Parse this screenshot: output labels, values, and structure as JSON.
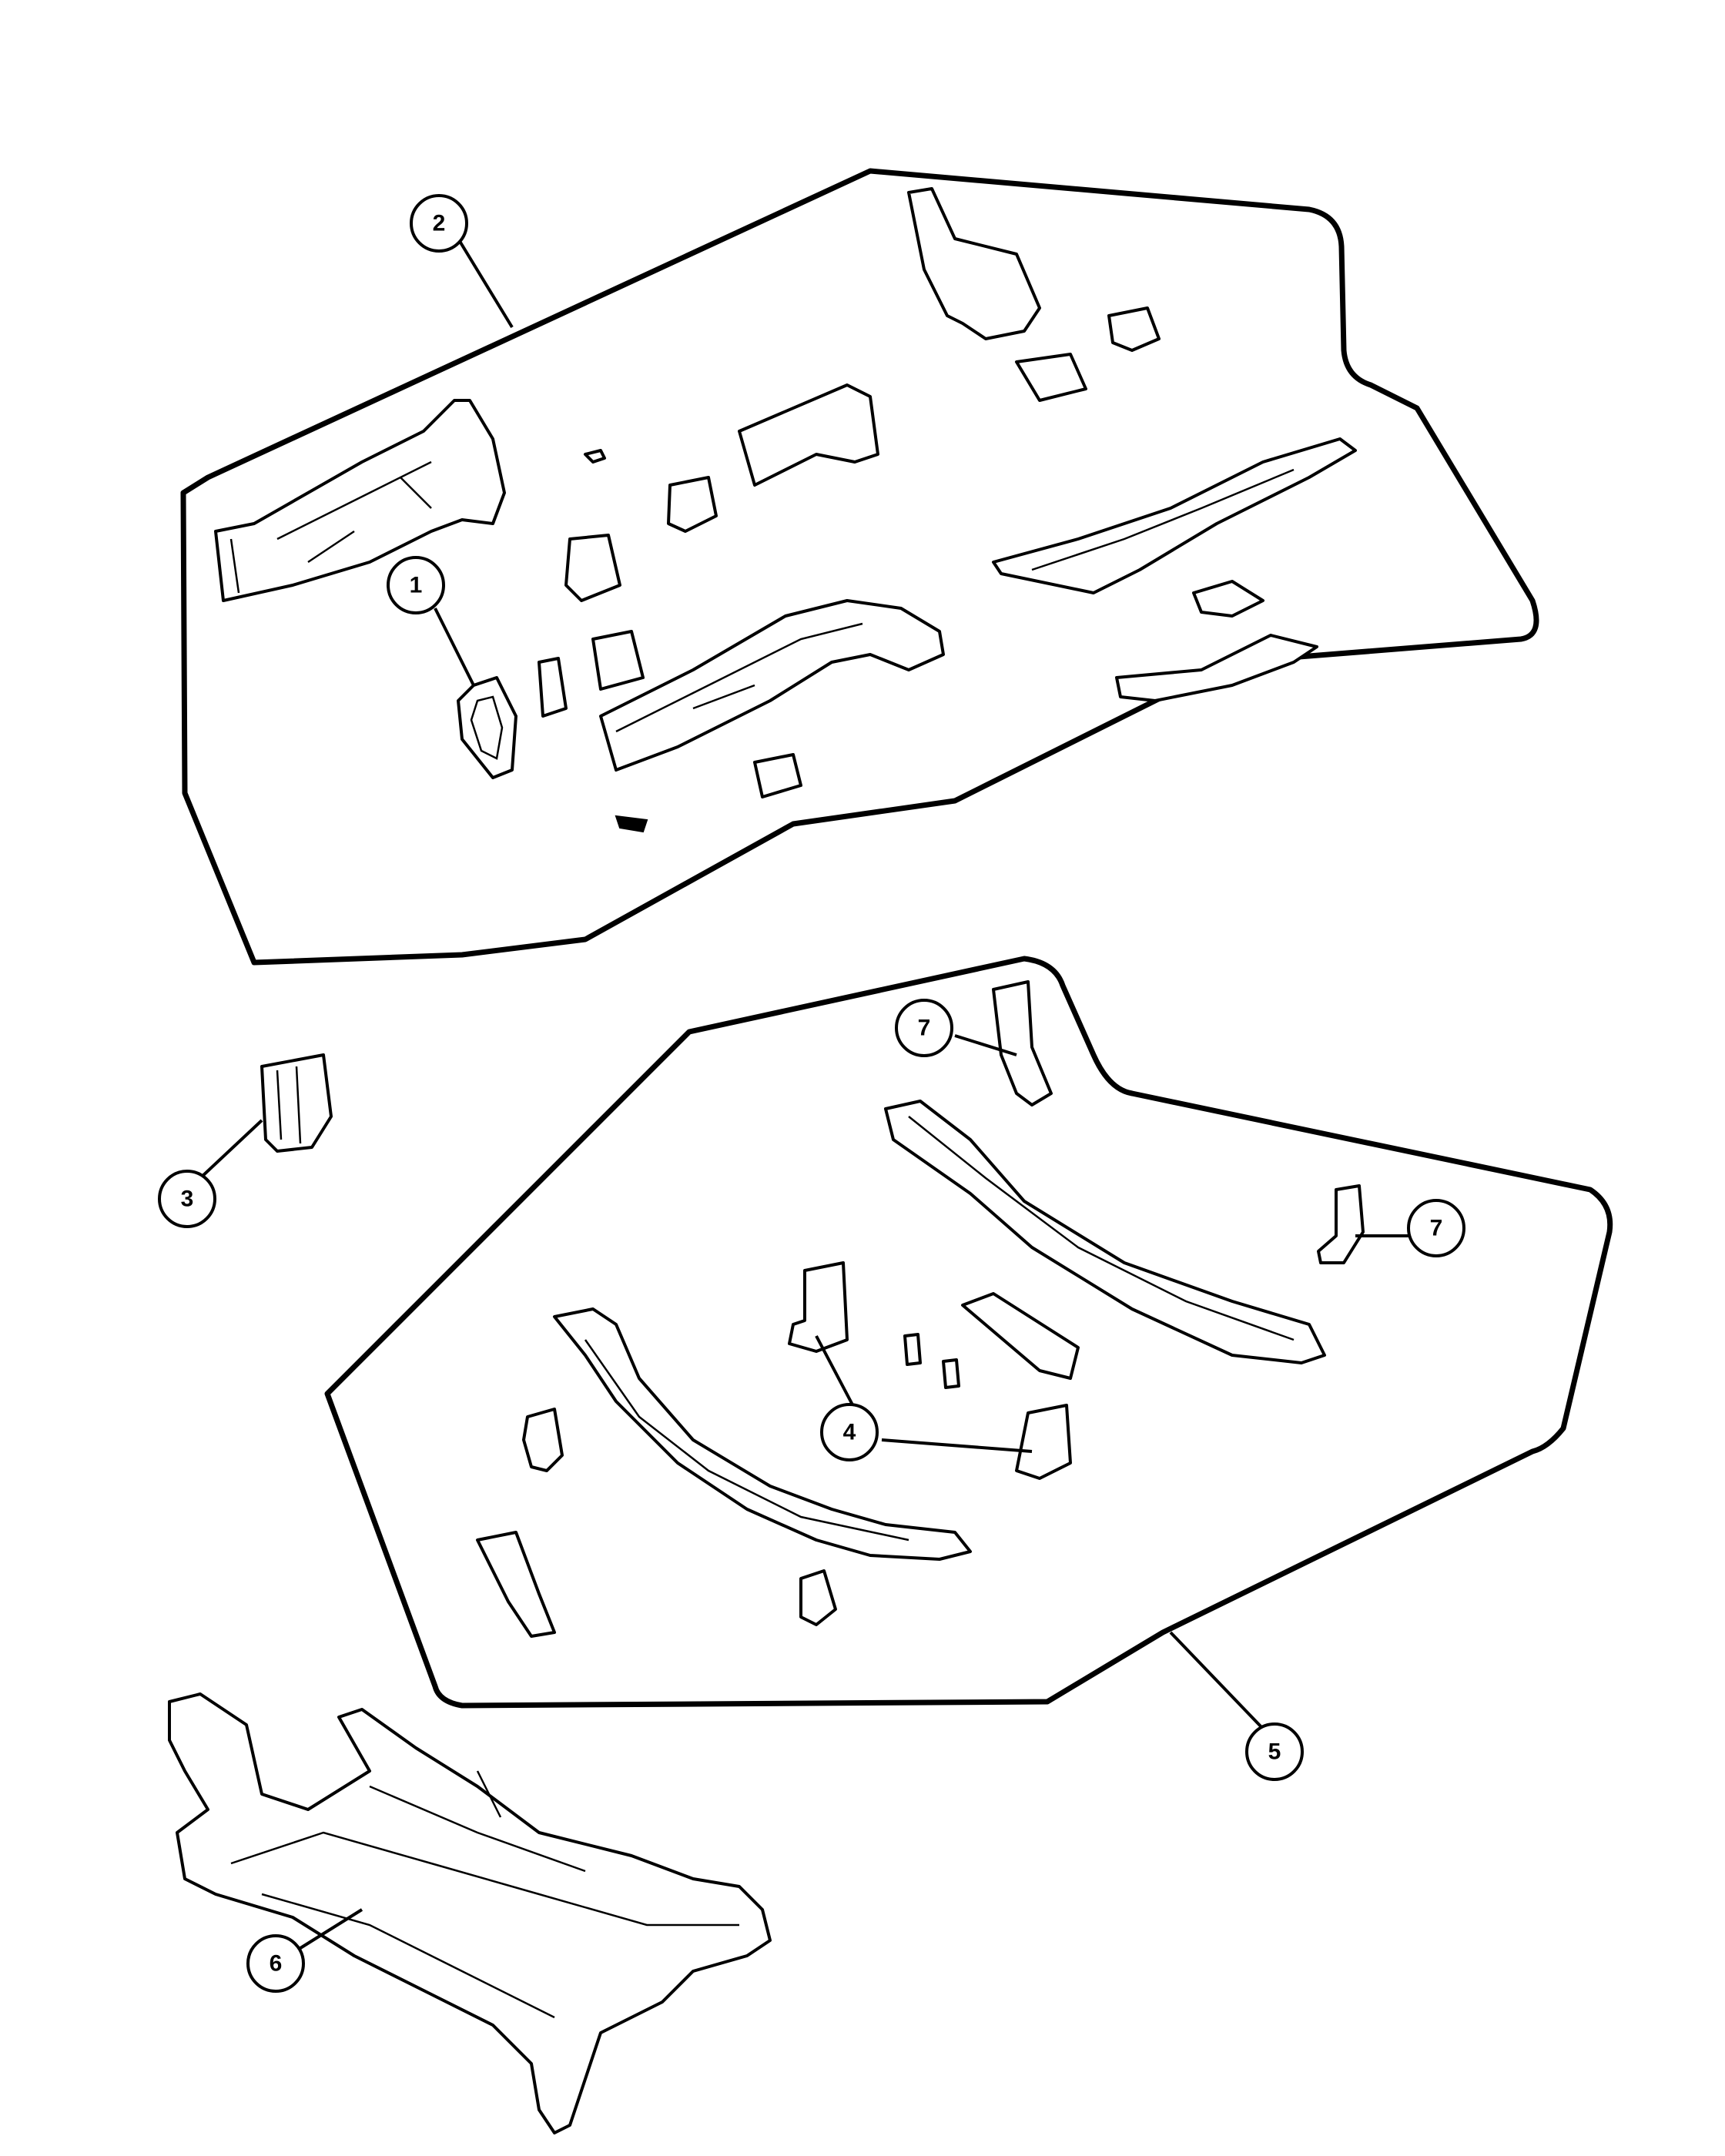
{
  "callouts": [
    {
      "id": "c1",
      "label": "1"
    },
    {
      "id": "c2",
      "label": "2"
    },
    {
      "id": "c3",
      "label": "3"
    },
    {
      "id": "c4",
      "label": "4"
    },
    {
      "id": "c5",
      "label": "5"
    },
    {
      "id": "c6",
      "label": "6"
    },
    {
      "id": "c7a",
      "label": "7"
    },
    {
      "id": "c7b",
      "label": "7"
    }
  ]
}
